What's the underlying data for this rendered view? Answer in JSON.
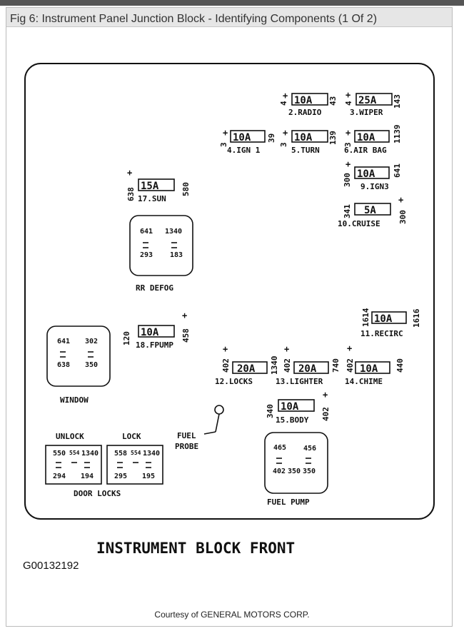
{
  "header": {
    "title": "Fig 6: Instrument Panel Junction Block - Identifying Components (1 Of 2)"
  },
  "fuses": [
    {
      "id": "2",
      "rating": "10A",
      "name": "2.RADIO",
      "t1": "4",
      "p1": "+",
      "t2": "43",
      "p2": ""
    },
    {
      "id": "3",
      "rating": "25A",
      "name": "3.WIPER",
      "t1": "4",
      "p1": "+",
      "t2": "143",
      "p2": ""
    },
    {
      "id": "4",
      "rating": "10A",
      "name": "4.IGN 1",
      "t1": "3",
      "p1": "+",
      "t2": "39",
      "p2": ""
    },
    {
      "id": "5",
      "rating": "10A",
      "name": "5.TURN",
      "t1": "3",
      "p1": "+",
      "t2": "139",
      "p2": ""
    },
    {
      "id": "6",
      "rating": "10A",
      "name": "6.AIR BAG",
      "t1": "3",
      "p1": "+",
      "t2": "1139",
      "p2": ""
    },
    {
      "id": "9",
      "rating": "10A",
      "name": "9.IGN3",
      "t1": "300",
      "p1": "+",
      "t2": "641",
      "p2": ""
    },
    {
      "id": "10",
      "rating": "5A",
      "name": "10.CRUISE",
      "t1": "341",
      "p1": "",
      "t2": "300",
      "p2": "+"
    },
    {
      "id": "17",
      "rating": "15A",
      "name": "17.SUN",
      "t1": "638",
      "p1": "+",
      "t2": "580",
      "p2": ""
    },
    {
      "id": "18",
      "rating": "10A",
      "name": "18.FPUMP",
      "t1": "120",
      "p1": "",
      "t2": "458",
      "p2": "+"
    },
    {
      "id": "11",
      "rating": "10A",
      "name": "11.RECIRC",
      "t1": "1614",
      "p1": "",
      "t2": "1616",
      "p2": ""
    },
    {
      "id": "12",
      "rating": "20A",
      "name": "12.LOCKS",
      "t1": "402",
      "p1": "+",
      "t2": "1340",
      "p2": ""
    },
    {
      "id": "13",
      "rating": "20A",
      "name": "13.LIGHTER",
      "t1": "402",
      "p1": "+",
      "t2": "740",
      "p2": ""
    },
    {
      "id": "14",
      "rating": "10A",
      "name": "14.CHIME",
      "t1": "402",
      "p1": "+",
      "t2": "440",
      "p2": ""
    },
    {
      "id": "15",
      "rating": "10A",
      "name": "15.BODY",
      "t1": "340",
      "p1": "",
      "t2": "402",
      "p2": "+"
    }
  ],
  "relays": [
    {
      "id": "rr-defog",
      "name": "RR DEFOG",
      "terminals": [
        "641",
        "1340",
        "293",
        "183"
      ]
    },
    {
      "id": "window",
      "name": "WINDOW",
      "terminals": [
        "641",
        "302",
        "638",
        "350"
      ]
    },
    {
      "id": "fuel-pump",
      "name": "FUEL PUMP",
      "terminals": [
        "465",
        "456",
        "402",
        "350",
        "350"
      ]
    }
  ],
  "door_locks": {
    "label": "DOOR LOCKS",
    "unlock": {
      "label": "UNLOCK",
      "terminals": [
        "550",
        "554",
        "1340",
        "294",
        "194"
      ]
    },
    "lock": {
      "label": "LOCK",
      "terminals": [
        "558",
        "554",
        "1340",
        "295",
        "195"
      ]
    }
  },
  "fuel_probe": {
    "line1": "FUEL",
    "line2": "PROBE"
  },
  "block_caption": "INSTRUMENT BLOCK FRONT",
  "image_code": "G00132192",
  "courtesy": "Courtesy of GENERAL MOTORS CORP."
}
